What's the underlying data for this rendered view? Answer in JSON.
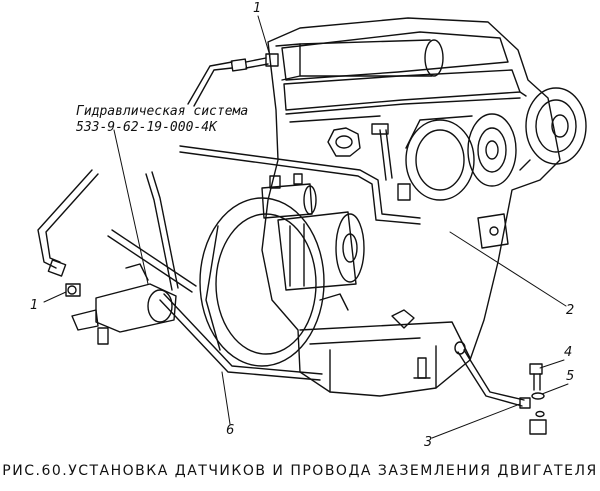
{
  "hydraulic_system": {
    "line1": "Гидравлическая система",
    "line2": "533-9-62-19-000-4K"
  },
  "callouts": [
    "1",
    "1",
    "2",
    "3",
    "4",
    "5",
    "6"
  ],
  "caption": "РИС.60.УСТАНОВКА ДАТЧИКОВ И ПРОВОДА ЗАЗЕМЛЕНИЯ ДВИГАТЕЛЯ"
}
